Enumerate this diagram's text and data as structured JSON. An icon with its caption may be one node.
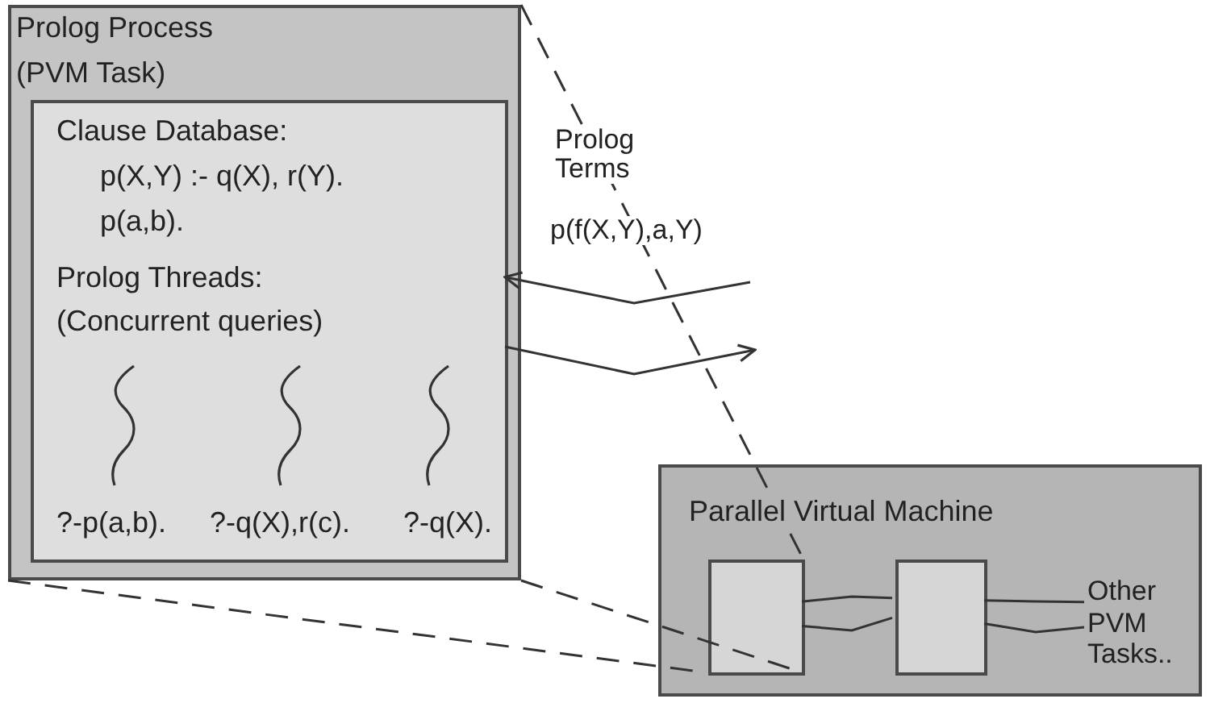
{
  "diagram": {
    "nodes": [
      {
        "text": [
          "Prolog Process",
          "(PVM Task)"
        ]
      },
      {
        "text": [
          "Clause Database:",
          "p(X,Y) :- q(X), r(Y).",
          "p(a,b).",
          "Prolog Threads:",
          "(Concurrent queries)",
          "?-p(a,b).",
          "?-q(X),r(c).",
          "?-q(X)."
        ],
        "in": 0
      },
      {
        "text": [
          "Parallel Virtual Machine"
        ]
      },
      {
        "text": [],
        "shape": "box",
        "in": 2
      },
      {
        "text": [],
        "shape": "box",
        "in": 2
      },
      {
        "text": [
          "Other PVM Tasks.."
        ],
        "in": 2
      }
    ],
    "edges": [
      {
        "from": null,
        "to": 1,
        "arrow": "to"
      },
      {
        "from": 1,
        "to": null,
        "arrow": "to"
      },
      {
        "from": 3,
        "to": 4,
        "arrow": "none"
      },
      {
        "from": 3,
        "to": 4,
        "arrow": "none"
      },
      {
        "from": 4,
        "to": 5,
        "arrow": "none"
      },
      {
        "from": 4,
        "to": 5,
        "arrow": "none"
      },
      {
        "from": 0,
        "to": 3,
        "arrow": "none",
        "style": "dashed"
      },
      {
        "from": 0,
        "to": 3,
        "arrow": "none",
        "style": "dashed"
      },
      {
        "from": 0,
        "to": 3,
        "arrow": "none",
        "style": "dashed"
      }
    ],
    "labels": [
      "Prolog Terms",
      "p(f(X,Y),a,Y)"
    ]
  }
}
